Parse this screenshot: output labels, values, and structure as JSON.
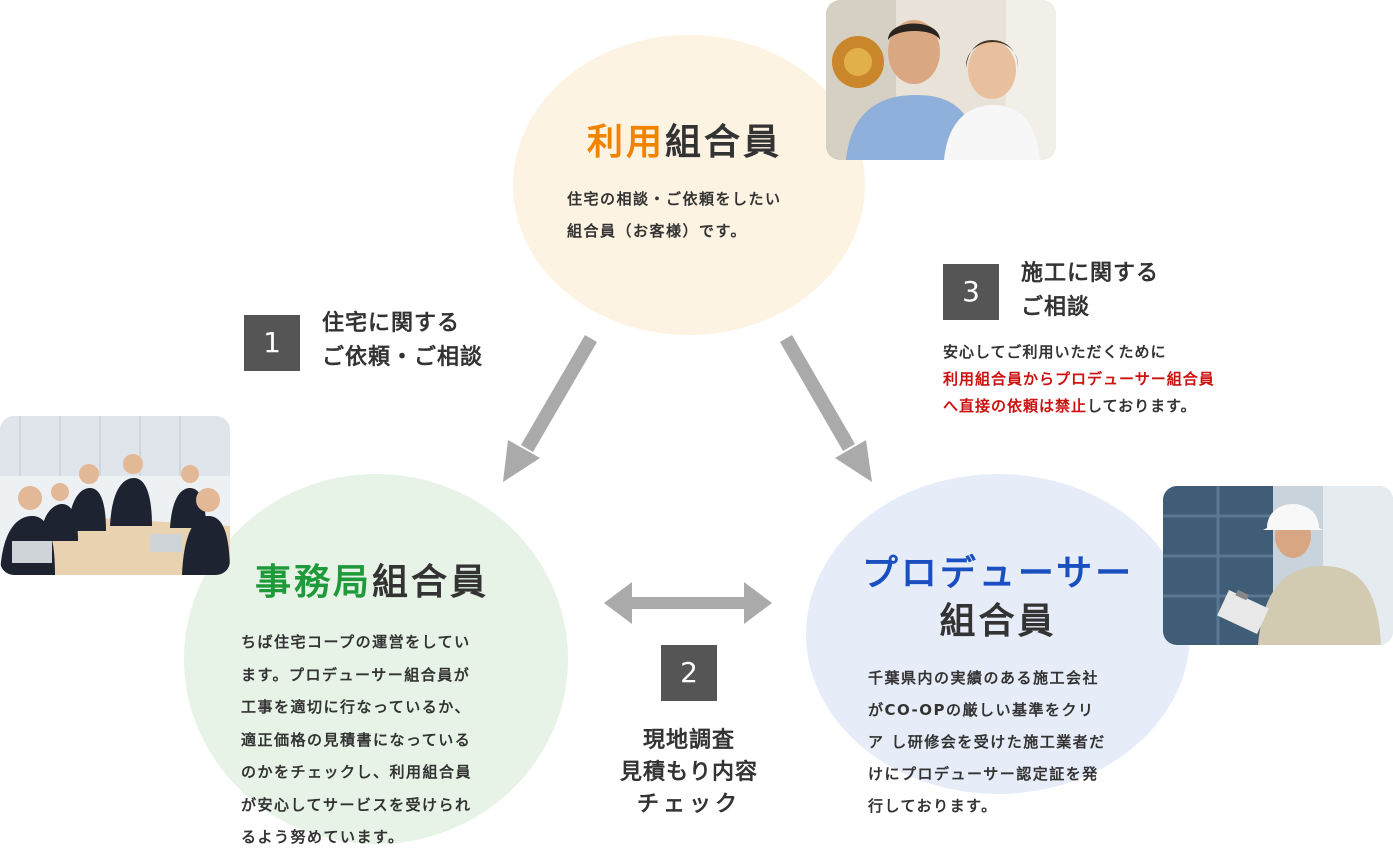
{
  "user_member": {
    "title_accent": "利用",
    "title_rest": "組合員",
    "desc_line1": "住宅の相談・ご依頼をしたい",
    "desc_line2": "組合員（お客様）です。",
    "accent_color": "#f08300"
  },
  "office_member": {
    "title_accent": "事務局",
    "title_rest": "組合員",
    "desc_lines": [
      "ちば住宅コープの運営をしてい",
      "ます。プロデューサー組合員が",
      "工事を適切に行なっているか、",
      "適正価格の見積書になっている",
      "のかをチェックし、利用組合員",
      "が安心してサービスを受けられ",
      "るよう努めています。"
    ],
    "accent_color": "#1f9a3a"
  },
  "producer_member": {
    "title_accent": "プロデューサー",
    "title_rest": "組合員",
    "desc_lines": [
      "千葉県内の実績のある施工会社",
      "がCO-OPの厳しい基準をクリ",
      "ア し研修会を受けた施工業者だ",
      "けにプロデューサー認定証を発",
      "行しております。"
    ],
    "accent_color": "#1a4fc2"
  },
  "steps": [
    {
      "number": "1",
      "line1": "住宅に関する",
      "line2": "ご依頼・ご相談"
    },
    {
      "number": "2",
      "line1": "現地調査",
      "line2": "見積もり内容",
      "line3": "チェック"
    },
    {
      "number": "3",
      "line1": "施工に関する",
      "line2": "ご相談"
    }
  ],
  "note": {
    "line1": "安心してご利用いただくために",
    "line2_red": "利用組合員からプロデューサー組合員",
    "line3_red": "へ直接の依頼は禁止",
    "line3_rest": "しております。",
    "highlight_color": "#cc1111"
  },
  "colors": {
    "arrow": "#aaaaaa",
    "number_box": "#555555"
  }
}
